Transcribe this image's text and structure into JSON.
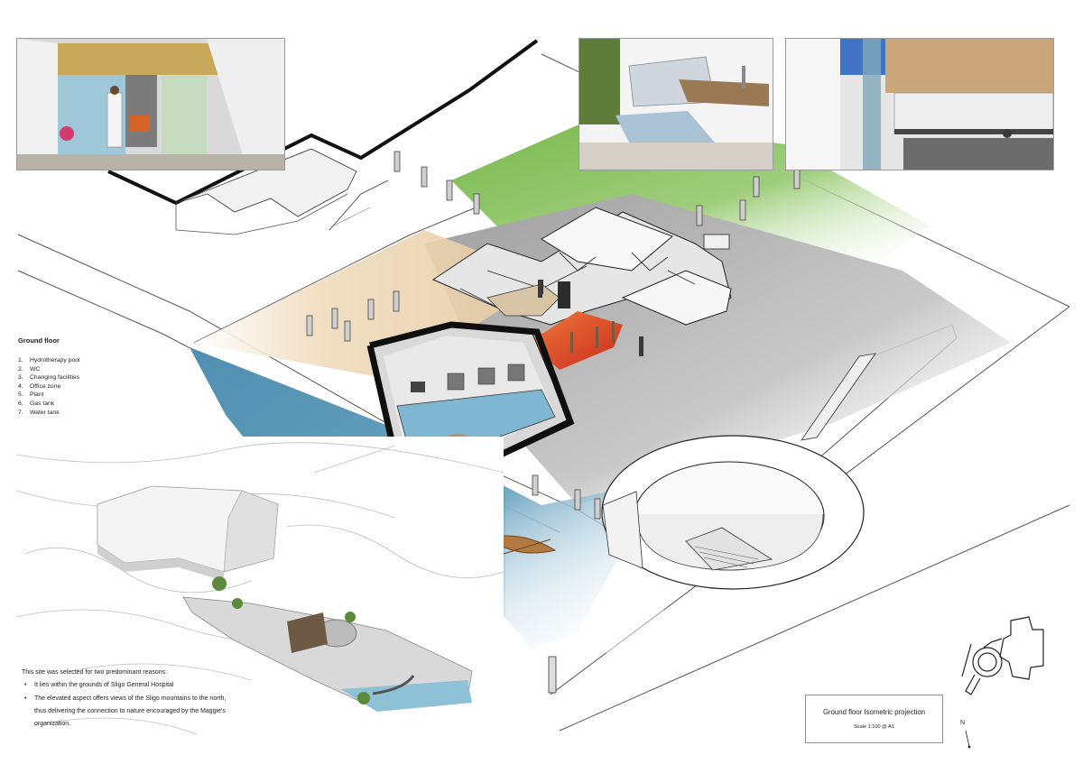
{
  "legend": {
    "title": "Ground floor",
    "items": [
      {
        "num": "1.",
        "label": "Hydrotherapy pool"
      },
      {
        "num": "2.",
        "label": "WC"
      },
      {
        "num": "3.",
        "label": "Changing facilities"
      },
      {
        "num": "4.",
        "label": "Office zone"
      },
      {
        "num": "5.",
        "label": "Plant"
      },
      {
        "num": "6.",
        "label": "Gas tank"
      },
      {
        "num": "7.",
        "label": "Water tank"
      }
    ]
  },
  "site_note": {
    "intro": "This site was selected for two predominant reasons:",
    "points": [
      "It lies within the grounds of Sligo General Hospital",
      "The elevated aspect offers views of the Sligo mountains to the north, thus delivering the connection to nature encouraged by the Maggie's organization."
    ]
  },
  "title_block": {
    "title": "Ground floor Isometric projection",
    "scale": "Scale 1:100 @ A1"
  },
  "north_label": "N",
  "colors": {
    "water": "#5f9ab8",
    "grass": "#7ab84a",
    "paving": "#b9b9b9",
    "sand": "#ead6b6",
    "hot_zone": "#e2462a",
    "wall": "#ffffff",
    "wall_outline": "#1a1a1a"
  }
}
